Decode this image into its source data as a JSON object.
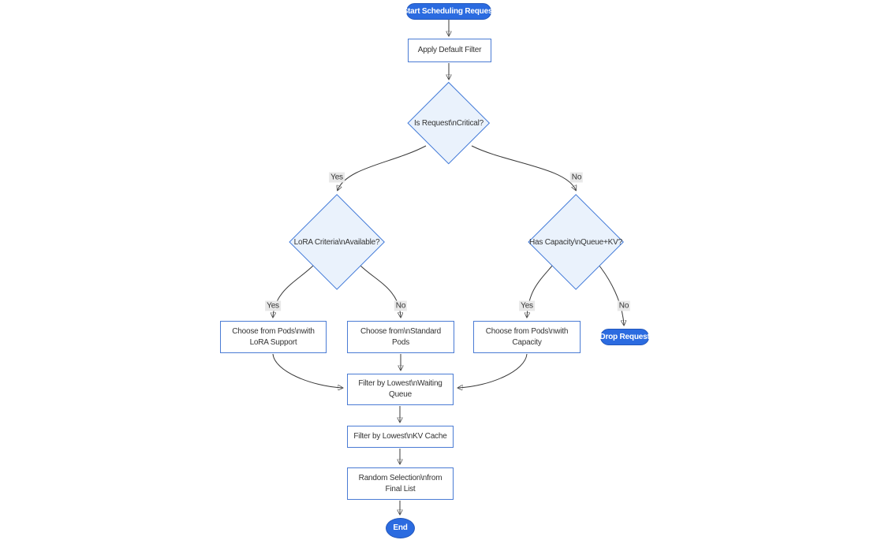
{
  "diagram": {
    "type": "flowchart",
    "direction": "top-down",
    "colors": {
      "accent_fill": "#2B6BE0",
      "accent_text": "#FFFFFF",
      "rect_fill": "#FFFFFF",
      "rect_border": "#4A7BD4",
      "diamond_fill": "#EAF2FC",
      "diamond_border": "#4179D8",
      "edge_stroke": "#383838",
      "edge_label_bg": "#E8E8E8",
      "text": "#333333",
      "background": "#FFFFFF"
    },
    "nodes": [
      {
        "id": "start",
        "shape": "stadium",
        "lines": [
          "Start Scheduling Request"
        ]
      },
      {
        "id": "apply-filter",
        "shape": "rect",
        "lines": [
          "Apply Default Filter"
        ]
      },
      {
        "id": "is-critical",
        "shape": "diamond",
        "lines": [
          "Is Request\\nCritical?"
        ]
      },
      {
        "id": "lora-criteria",
        "shape": "diamond",
        "lines": [
          "LoRA Criteria\\nAvailable?"
        ]
      },
      {
        "id": "has-capacity",
        "shape": "diamond",
        "lines": [
          "Has Capacity\\nQueue+KV?"
        ]
      },
      {
        "id": "pods-lora",
        "shape": "rect",
        "lines": [
          "Choose from Pods\\nwith",
          "LoRA Support"
        ]
      },
      {
        "id": "pods-standard",
        "shape": "rect",
        "lines": [
          "Choose from\\nStandard",
          "Pods"
        ]
      },
      {
        "id": "pods-capacity",
        "shape": "rect",
        "lines": [
          "Choose from Pods\\nwith",
          "Capacity"
        ]
      },
      {
        "id": "drop-request",
        "shape": "stadium",
        "lines": [
          "Drop Request"
        ]
      },
      {
        "id": "filter-queue",
        "shape": "rect",
        "lines": [
          "Filter by Lowest\\nWaiting",
          "Queue"
        ]
      },
      {
        "id": "filter-kv",
        "shape": "rect",
        "lines": [
          "Filter by Lowest\\nKV Cache"
        ]
      },
      {
        "id": "random-select",
        "shape": "rect",
        "lines": [
          "Random Selection\\nfrom",
          "Final List"
        ]
      },
      {
        "id": "end",
        "shape": "stadium",
        "lines": [
          "End"
        ]
      }
    ],
    "edge_labels": [
      {
        "from": "is-critical",
        "to": "lora-criteria",
        "text": "Yes"
      },
      {
        "from": "is-critical",
        "to": "has-capacity",
        "text": "No"
      },
      {
        "from": "lora-criteria",
        "to": "pods-lora",
        "text": "Yes"
      },
      {
        "from": "lora-criteria",
        "to": "pods-standard",
        "text": "No"
      },
      {
        "from": "has-capacity",
        "to": "pods-capacity",
        "text": "Yes"
      },
      {
        "from": "has-capacity",
        "to": "drop-request",
        "text": "No"
      }
    ]
  }
}
